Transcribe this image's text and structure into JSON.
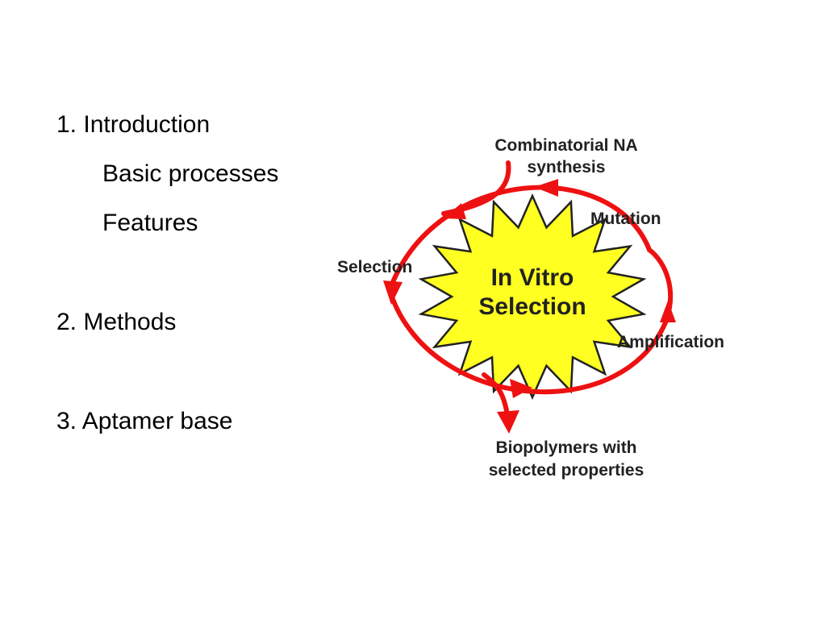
{
  "outline": {
    "item_1": "1. Introduction",
    "item_1_sub_1": "Basic processes",
    "item_1_sub_2": "Features",
    "item_2": "2.  Methods",
    "item_3": "3.  Aptamer base"
  },
  "diagram": {
    "center_line_1": "In Vitro",
    "center_line_2": "Selection",
    "input_line_1": "Combinatorial NA",
    "input_line_2": "synthesis",
    "step_mutation": "Mutation",
    "step_selection": "Selection",
    "step_amplification": "Amplification",
    "output_line_1": "Biopolymers with",
    "output_line_2": "selected properties",
    "colors": {
      "cycle_arrow": "#ee1111",
      "starburst_fill": "#ffff22",
      "starburst_stroke": "#222222",
      "label_text": "#222222"
    }
  }
}
